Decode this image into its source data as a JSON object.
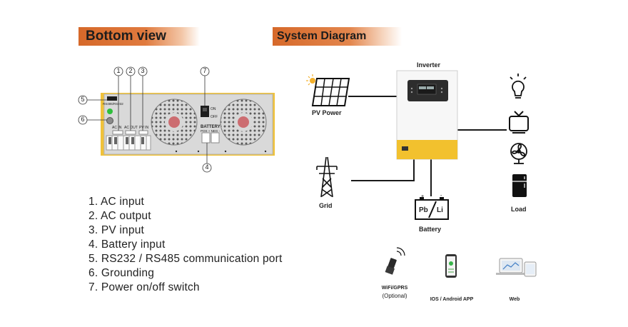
{
  "bottom_view": {
    "title": "Bottom view",
    "markers": [
      "①",
      "②",
      "③",
      "④",
      "⑤",
      "⑥",
      "⑦"
    ],
    "panel_labels": {
      "rs": "RS485/RS232",
      "ac_in": "AC IN",
      "ac_out": "AC OUT",
      "pv_in": "PV IN",
      "on": "ON",
      "off": "OFF",
      "battery": "BATTERY",
      "pos_neg": "POS + NEG -"
    },
    "legend": [
      "1. AC input",
      "2. AC output",
      "3. PV input",
      "4. Battery input",
      "5. RS232 / RS485 communication port",
      "6. Grounding",
      "7. Power on/off switch"
    ]
  },
  "system_diagram": {
    "title": "System Diagram",
    "inverter_label": "Inverter",
    "pv_label": "PV Power",
    "grid_label": "Grid",
    "battery_label": "Battery",
    "battery_types": [
      "Pb",
      "Li"
    ],
    "load_label": "Load",
    "monitoring": [
      {
        "label": "WiFi/GPRS",
        "sub": "(Optional)"
      },
      {
        "label": "IOS / Android APP",
        "sub": ""
      },
      {
        "label": "Web",
        "sub": ""
      }
    ]
  },
  "colors": {
    "header_orange": "#d6692a",
    "inverter_yellow": "#f2c12e",
    "screen_dark": "#2d2d2d",
    "fan_grey": "#8b8b8b"
  }
}
